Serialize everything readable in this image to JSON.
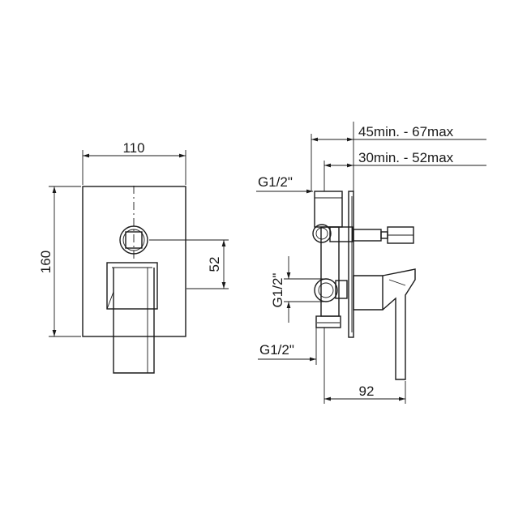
{
  "drawing": {
    "front_view": {
      "width_dim": "110",
      "height_dim": "160",
      "offset_dim": "52"
    },
    "side_view": {
      "depth_max_dim": "45min. - 67max",
      "depth_min_dim": "30min. - 52max",
      "thread_top": "G1/2\"",
      "thread_middle": "G1/2\"",
      "thread_bottom": "G1/2\"",
      "projection_dim": "92"
    }
  }
}
